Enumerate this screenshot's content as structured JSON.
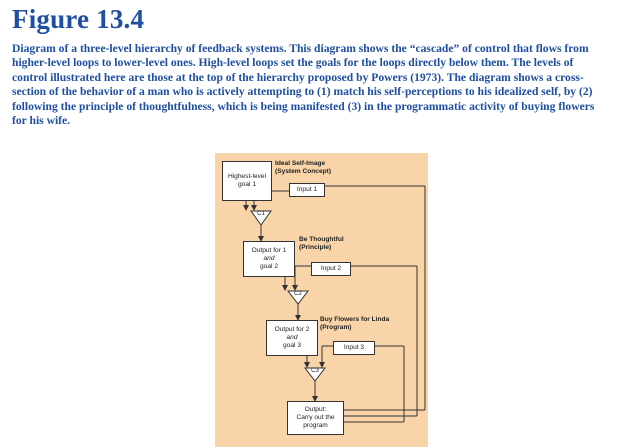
{
  "figure": {
    "title": "Figure 13.4",
    "caption": "Diagram of a three-level hierarchy of feedback systems. This diagram shows the “cascade” of control that flows from higher-level loops to lower-level ones. High-level loops set the goals for the loops directly below them. The levels of control illustrated here are those at the top of the hierarchy proposed by Powers (1973). The diagram shows a cross-section of the behavior of a man who is actively attempting to (1) match his self-perceptions to his idealized self, by (2) following the principle of thoughtfulness, which is being manifested (3) in the programmatic activity of buying flowers for his wife."
  },
  "diagram": {
    "colors": {
      "panel": "#f8d4a8",
      "line": "#333333",
      "box": "#ffffff"
    },
    "level1": {
      "goal_line1": "Highest-level",
      "goal_line2": "goal 1",
      "label_line1": "Ideal Self-Image",
      "label_line2": "(System Concept)",
      "input": "Input 1",
      "comparator": "C1"
    },
    "level2": {
      "output_line1": "Output for 1",
      "output_line2": "and",
      "output_line3": "goal 2",
      "label_line1": "Be Thoughtful",
      "label_line2": "(Principle)",
      "input": "Input 2",
      "comparator": "C2"
    },
    "level3": {
      "output_line1": "Output for 2",
      "output_line2": "and",
      "output_line3": "goal 3",
      "label_line1": "Buy Flowers for Linda",
      "label_line2": "(Program)",
      "input": "Input 3",
      "comparator": "C3"
    },
    "final_output": {
      "line1": "Output:",
      "line2": "Carry out the",
      "line3": "program"
    }
  }
}
